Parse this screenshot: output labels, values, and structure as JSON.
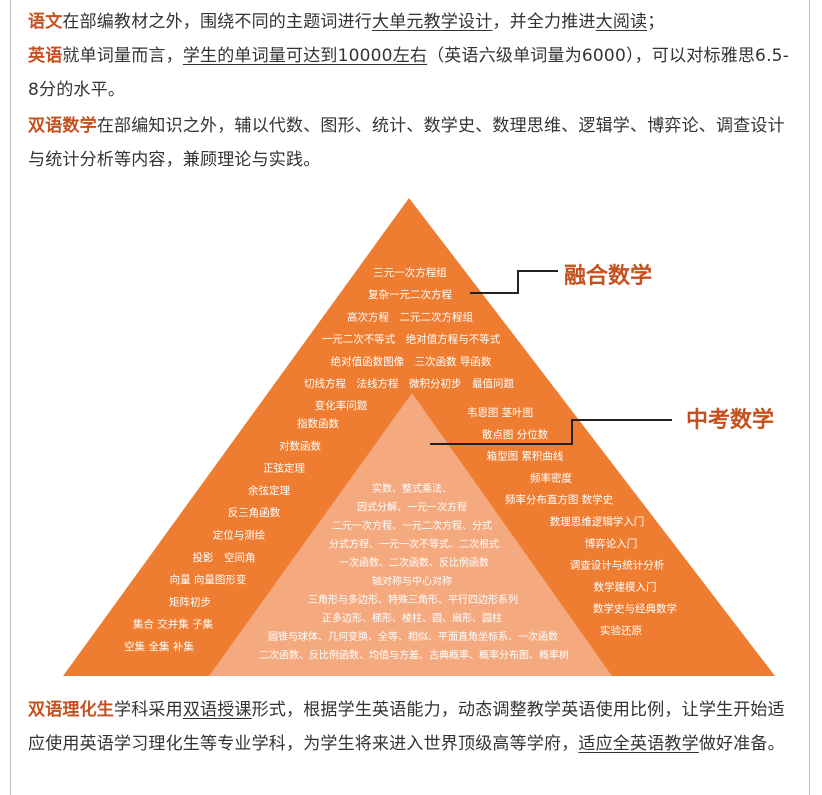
{
  "paragraphs": {
    "chinese": {
      "label": "语文",
      "t1": "在部编教材之外，围绕不同的主题词进行",
      "u1": "大单元教学设计",
      "t2": "，并全力推进",
      "u2": "大阅读",
      "t3": "；"
    },
    "english": {
      "label": "英语",
      "t1": "就单词量而言，",
      "u1": "学生的单词量可达到10000左右",
      "t2": "（英语六级单词量为6000），可以对标雅思6.5-8分的水平。"
    },
    "math": {
      "label": "双语数学",
      "t1": "在部编知识之外，辅以代数、图形、统计、数学史、数理思维、逻辑学、博弈论、调查设计与统计分析等内容，兼顾理论与实践。"
    },
    "science": {
      "label": "双语理化生",
      "t1": "学科采用",
      "u1": "双语授课",
      "t2": "形式，根据学生英语能力，动态调整教学英语使用比例，让学生开始适应使用英语学习理化生等专业学科，为学生将来进入世界顶级高等学府，",
      "u2": "适应全英语教学",
      "t3": "做好准备。"
    }
  },
  "pyramid": {
    "callout_top": "融合数学",
    "callout_mid": "中考数学",
    "apex_lines": [
      "三元一次方程组",
      "复杂一元二次方程",
      "高次方程　二元二次方程组",
      "一元二次不等式　绝对值方程与不等式",
      "绝对值函数图像　三次函数 导函数",
      "切线方程　法线方程　微积分初步　最值问题",
      "变化率问题"
    ],
    "left_lines": [
      "指数函数",
      "对数函数",
      "正弦定理",
      "余弦定理",
      "反三角函数",
      "定位与测绘",
      "投影　空间角",
      "向量 向量图形变",
      "矩阵初步",
      "集合 交并集 子集",
      "空集 全集 补集"
    ],
    "right_lines": [
      "韦恩图 茎叶图",
      "散点图 分位数",
      "箱型图 累积曲线",
      "频率密度",
      "频率分布直方图 数学史",
      "数理思维逻辑学入门",
      "博弈论入门",
      "调查设计与统计分析",
      "数学建模入门",
      "数学史与经典数学",
      "实验还原"
    ],
    "inner_lines": [
      "实数、整式乘法、",
      "因式分解、一元一次方程",
      "二元一次方程、一元二次方程、分式",
      "分式方程、一元一次不等式、二次根式",
      "一次函数、二次函数、反比例函数",
      "轴对称与中心对称",
      "三角形与多边形、特殊三角形、平行四边形系列",
      "正多边形、梯形、棱柱、圆、扇形、圆柱",
      "圆锥与球体、几何变换、全等、相似、平面直角坐标系、一次函数",
      "二次函数、反比例函数、均值与方差、古典概率、概率分布图、概率树"
    ],
    "colors": {
      "outer": "#ee7d32",
      "inner": "#f4a97f",
      "accent": "#c4511f"
    }
  }
}
